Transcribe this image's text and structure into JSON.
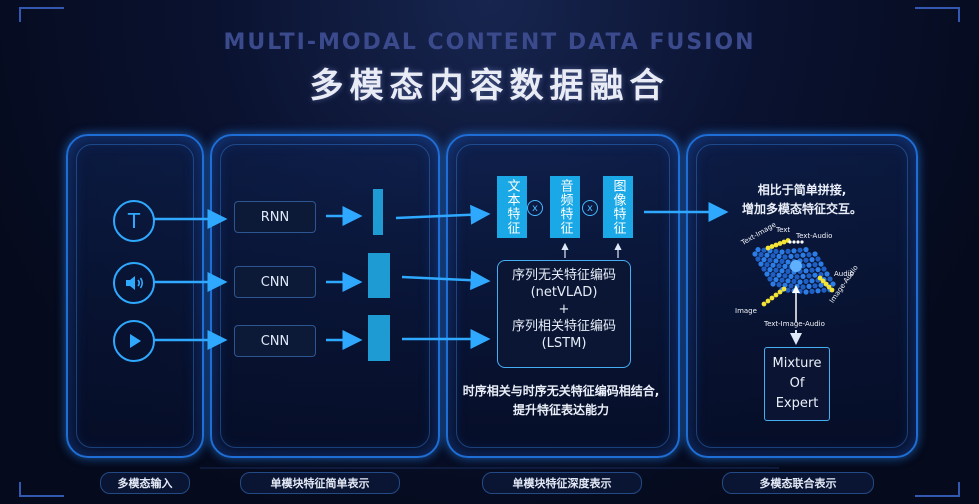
{
  "header": {
    "title_en": "MULTI-MODAL CONTENT DATA FUSION",
    "title_cn": "多模态内容数据融合"
  },
  "inputs": {
    "icons": [
      "text-t-icon",
      "audio-speaker-icon",
      "video-play-icon"
    ],
    "t_glyph": "T"
  },
  "simple": {
    "labels": [
      "RNN",
      "CNN",
      "CNN"
    ]
  },
  "deep": {
    "features": [
      "文本特征",
      "音频特征",
      "图像特征"
    ],
    "encoder_lines": [
      "序列无关特征编码",
      "(netVLAD)",
      "+",
      "序列相关特征编码",
      "(LSTM)"
    ],
    "note_lines": [
      "时序相关与时序无关特征编码相结合,",
      "提升特征表达能力"
    ]
  },
  "fusion": {
    "note_lines": [
      "相比于简单拼接,",
      "增加多模态特征交互。"
    ],
    "cube_labels": {
      "text": "Text",
      "text_audio": "Text-Audio",
      "text_image": "Text-Image",
      "audio": "Audio",
      "image_audio": "Image-Audio",
      "image": "Image",
      "text_image_audio": "Text-Image-Audio"
    },
    "moe_lines": [
      "Mixture",
      "Of",
      "Expert"
    ]
  },
  "footer": {
    "labels": [
      "多模态输入",
      "单模块特征简单表示",
      "单模块特征深度表示",
      "多模态联合表示"
    ]
  },
  "colors": {
    "accent": "#1aa8e6",
    "panel_border": "#1e6ed6",
    "background": "#050a1c"
  }
}
